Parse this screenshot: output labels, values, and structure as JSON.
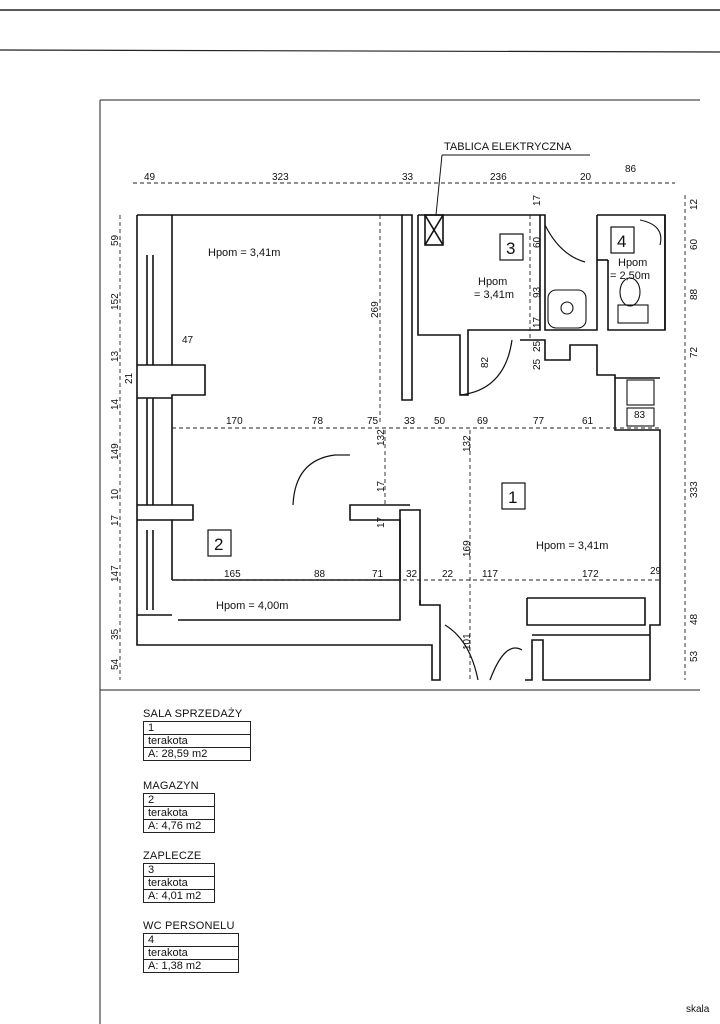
{
  "plan": {
    "label_tablica": "TABLICA ELEKTRYCZNA",
    "room_numbers": [
      "1",
      "2",
      "3",
      "4"
    ],
    "heights": {
      "r1": "Hpom = 3,41m",
      "r2": "Hpom = 4,00m",
      "r3a": "Hpom",
      "r3b": "= 3,41m",
      "r4a": "Hpom",
      "r4b": "= 2,50m",
      "top_left": "Hpom = 3,41m"
    },
    "dims_top": [
      "49",
      "323",
      "33",
      "236",
      "20",
      "86"
    ],
    "dims_left": [
      "59",
      "152",
      "13",
      "21",
      "14",
      "149",
      "10",
      "17",
      "147",
      "35",
      "54"
    ],
    "dims_right": [
      "12",
      "60",
      "88",
      "72",
      "333",
      "48",
      "53"
    ],
    "dims_mid_row": [
      "170",
      "78",
      "75",
      "33",
      "50",
      "69",
      "77",
      "61",
      "83"
    ],
    "dims_low_row": [
      "165",
      "88",
      "71",
      "32",
      "22",
      "117",
      "172",
      "29"
    ],
    "dims_vertical": [
      "269",
      "132",
      "132",
      "17",
      "17",
      "169",
      "101",
      "82",
      "17",
      "60",
      "93",
      "17",
      "25",
      "25",
      "47"
    ]
  },
  "legend": [
    {
      "title": "SALA SPRZEDAŻY",
      "number": "1",
      "floor": "terakota",
      "area": "A: 28,59 m2"
    },
    {
      "title": "MAGAZYN",
      "number": "2",
      "floor": "terakota",
      "area": "A: 4,76 m2"
    },
    {
      "title": "ZAPLECZE",
      "number": "3",
      "floor": "terakota",
      "area": "A: 4,01 m2"
    },
    {
      "title": "WC PERSONELU",
      "number": "4",
      "floor": "terakota",
      "area": "A: 1,38 m2"
    }
  ],
  "scale_label": "skala"
}
